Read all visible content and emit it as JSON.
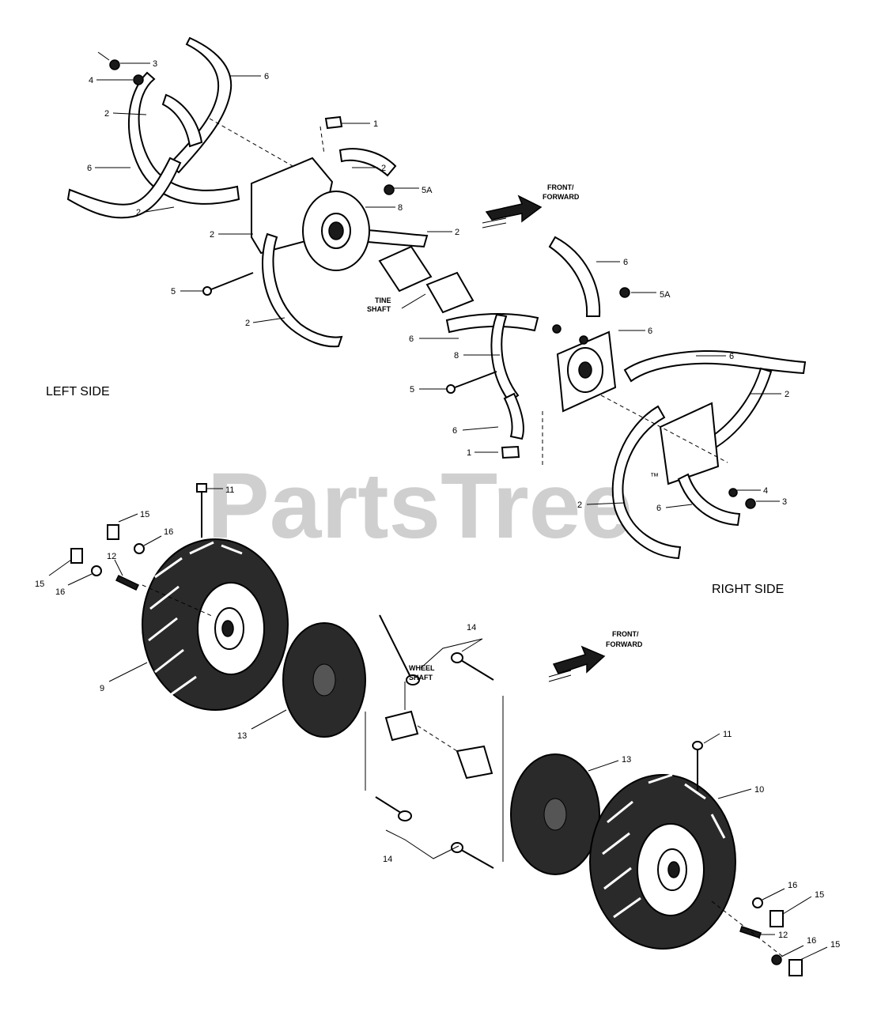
{
  "watermark": "PartsTree",
  "watermark_mark": "™",
  "side_labels": {
    "left": "LEFT SIDE",
    "right": "RIGHT SIDE"
  },
  "direction_labels": {
    "upper_line1": "FRONT/",
    "upper_line2": "FORWARD",
    "lower_line1": "FRONT/",
    "lower_line2": "FORWARD"
  },
  "shaft_labels": {
    "tine_line1": "TINE",
    "tine_line2": "SHAFT",
    "wheel_line1": "WHEEL",
    "wheel_line2": "SHAFT"
  },
  "callouts": {
    "lt_3": "3",
    "lt_4": "4",
    "lt_6a": "6",
    "lt_2a": "2",
    "lt_1": "1",
    "lt_6b": "6",
    "lt_2b": "2",
    "lt_5a": "5A",
    "lt_8": "8",
    "lt_2c": "2",
    "lt_2d": "2",
    "lt_2e": "2",
    "lt_5": "5",
    "lt_2f": "2",
    "rt_6a": "6",
    "rt_5a": "5A",
    "rt_6b": "6",
    "rt_6c": "6",
    "rt_8": "8",
    "rt_6d": "6",
    "rt_5": "5",
    "rt_2a": "2",
    "rt_6e": "6",
    "rt_1": "1",
    "rt_4": "4",
    "rt_3": "3",
    "rt_2b": "2",
    "rt_6f": "6",
    "lw_11": "11",
    "lw_15a": "15",
    "lw_16a": "16",
    "lw_12": "12",
    "lw_15b": "15",
    "lw_16b": "16",
    "lw_9": "9",
    "lw_13": "13",
    "c_14a": "14",
    "c_14b": "14",
    "rw_11": "11",
    "rw_13": "13",
    "rw_10": "10",
    "rw_16a": "16",
    "rw_15a": "15",
    "rw_12": "12",
    "rw_16b": "16",
    "rw_15b": "15"
  },
  "colors": {
    "ink": "#000000",
    "watermark": "#cfcfcf",
    "background": "#ffffff"
  }
}
